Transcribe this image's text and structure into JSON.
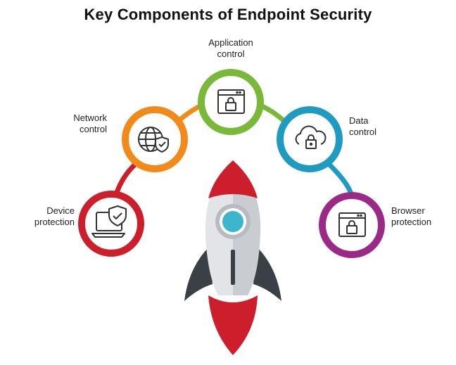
{
  "title": "Key Components of Endpoint Security",
  "components": [
    {
      "label": "Device\nprotection",
      "color": "#cc1f2b",
      "icon": "laptop-shield-icon"
    },
    {
      "label": "Network\ncontrol",
      "color": "#f28a1b",
      "icon": "globe-shield-icon"
    },
    {
      "label": "Application\ncontrol",
      "color": "#7ab83a",
      "icon": "browser-lock-icon"
    },
    {
      "label": "Data\ncontrol",
      "color": "#1f9bc1",
      "icon": "cloud-lock-icon"
    },
    {
      "label": "Browser\nprotection",
      "color": "#9b2a86",
      "icon": "browser-lock-icon"
    }
  ],
  "center_graphic": {
    "icon": "rocket-icon",
    "body_color": "#e2e4e7",
    "nose_color": "#cc1f2b",
    "window_color": "#3db6cd"
  }
}
